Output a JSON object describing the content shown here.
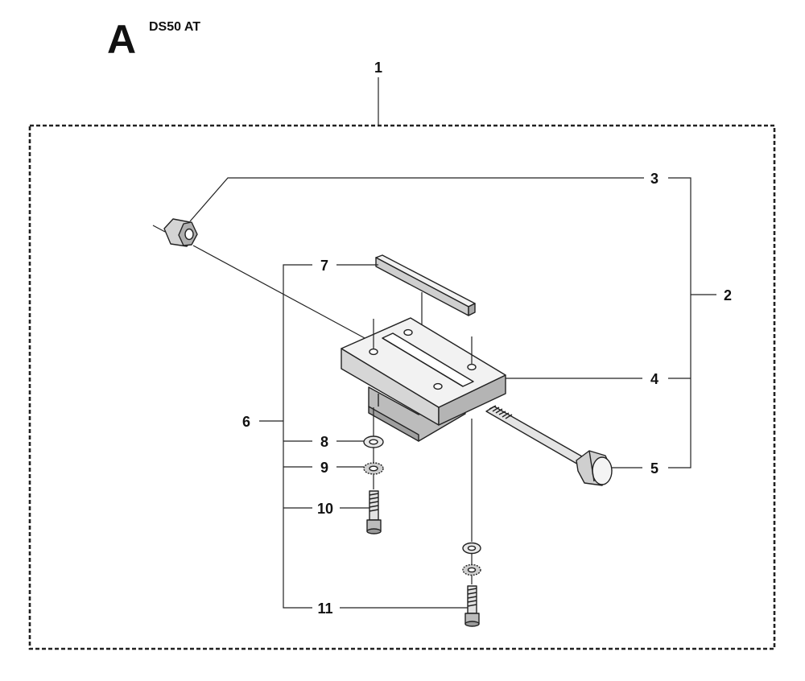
{
  "header": {
    "section_letter": "A",
    "model": "DS50 AT"
  },
  "callouts": {
    "c1": "1",
    "c2": "2",
    "c3": "3",
    "c4": "4",
    "c5": "5",
    "c6": "6",
    "c7": "7",
    "c8": "8",
    "c9": "9",
    "c10": "10",
    "c11": "11"
  },
  "colors": {
    "line": "#222222",
    "fill_light": "#ececec",
    "fill_mid": "#c8c8c8",
    "fill_dark": "#9a9a9a"
  }
}
